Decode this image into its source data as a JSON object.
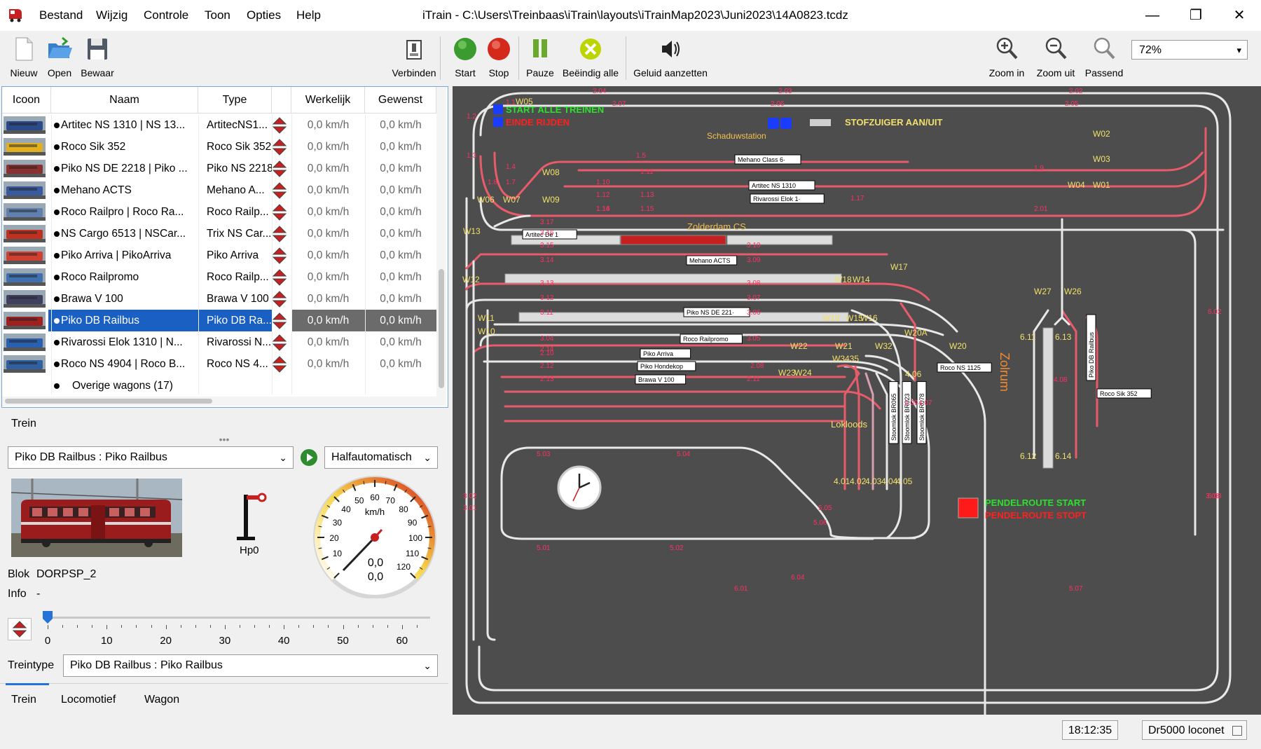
{
  "window": {
    "title": "iTrain - C:\\Users\\Treinbaas\\iTrain\\layouts\\iTrainMap2023\\Juni2023\\14A0823.tcdz",
    "menu": [
      "Bestand",
      "Wijzig",
      "Controle",
      "Toon",
      "Opties",
      "Help"
    ],
    "minimize": "—",
    "restore": "❐",
    "close": "✕"
  },
  "toolbar": {
    "new": "Nieuw",
    "open": "Open",
    "save": "Bewaar",
    "connect": "Verbinden",
    "start": "Start",
    "stop": "Stop",
    "pause": "Pauze",
    "end_all": "Beëindig alle",
    "sound_on": "Geluid aanzetten",
    "zoom_in": "Zoom in",
    "zoom_out": "Zoom uit",
    "fit": "Passend",
    "zoom_level": "72%"
  },
  "loco_table": {
    "columns": [
      "Icoon",
      "Naam",
      "Type",
      "",
      "Werkelijk",
      "Gewenst"
    ],
    "rows": [
      {
        "name": "Artitec NS 1310 | NS 13...",
        "type": "ArtitecNS1...",
        "actual": "0,0 km/h",
        "desired": "0,0 km/h",
        "color": "#2b4a8a"
      },
      {
        "name": "Roco Sik 352",
        "type": "Roco Sik 352",
        "actual": "0,0 km/h",
        "desired": "0,0 km/h",
        "color": "#e0b020"
      },
      {
        "name": "Piko NS DE 2218 | Piko ...",
        "type": "Piko NS 2218",
        "actual": "0,0 km/h",
        "desired": "0,0 km/h",
        "color": "#8a3030"
      },
      {
        "name": "Mehano ACTS",
        "type": "Mehano A...",
        "actual": "0,0 km/h",
        "desired": "0,0 km/h",
        "color": "#3a5aa0"
      },
      {
        "name": "Roco Railpro | Roco Ra...",
        "type": "Roco Railp...",
        "actual": "0,0 km/h",
        "desired": "0,0 km/h",
        "color": "#6080b0"
      },
      {
        "name": "NS Cargo 6513 | NSCar...",
        "type": "Trix NS Car...",
        "actual": "0,0 km/h",
        "desired": "0,0 km/h",
        "color": "#c03020"
      },
      {
        "name": "Piko Arriva | PikoArriva",
        "type": "Piko Arriva",
        "actual": "0,0 km/h",
        "desired": "0,0 km/h",
        "color": "#d04030"
      },
      {
        "name": "Roco Railpromo",
        "type": "Roco Railp...",
        "actual": "0,0 km/h",
        "desired": "0,0 km/h",
        "color": "#4070b0"
      },
      {
        "name": "Brawa V 100",
        "type": "Brawa V 100",
        "actual": "0,0 km/h",
        "desired": "0,0 km/h",
        "color": "#404060"
      },
      {
        "name": "Piko DB Railbus",
        "type": "Piko DB Ra...",
        "actual": "0,0 km/h",
        "desired": "0,0 km/h",
        "color": "#a02020"
      },
      {
        "name": "Rivarossi Elok 1310 | N...",
        "type": "Rivarossi N...",
        "actual": "0,0 km/h",
        "desired": "0,0 km/h",
        "color": "#2a60b0"
      },
      {
        "name": "Roco NS 4904 | Roco B...",
        "type": "Roco NS 4...",
        "actual": "0,0 km/h",
        "desired": "0,0 km/h",
        "color": "#3060a0"
      }
    ],
    "other_wagons": "Overige wagons (17)",
    "selected_index": 9
  },
  "train_panel": {
    "header": "Trein",
    "train_select": "Piko DB Railbus : Piko Railbus",
    "mode_select": "Halfautomatisch",
    "signal_label": "Hp0",
    "speedometer": {
      "unit": "km/h",
      "ticks": [
        "10",
        "20",
        "30",
        "40",
        "50",
        "60",
        "70",
        "80",
        "90",
        "100",
        "110",
        "120"
      ],
      "readout_1": "0,0",
      "readout_2": "0,0"
    },
    "block_label": "Blok",
    "block_value": "DORPSP_2",
    "info_label": "Info",
    "info_value": "-",
    "slider_ticks": [
      "0",
      "10",
      "20",
      "30",
      "40",
      "50",
      "60"
    ],
    "slider_value": 0,
    "train_type_label": "Treintype",
    "train_type_value": "Piko DB Railbus : Piko Railbus",
    "tabs": [
      "Trein",
      "Locomotief",
      "Wagon"
    ]
  },
  "map": {
    "texts": {
      "start_all": "START ALLE TREINEN",
      "end_all": "EINDE RIJDEN",
      "vacuum": "STOFZUIGER AAN/UIT",
      "shadow_station": "Schaduwstation",
      "station": "Zolderdam CS",
      "zolrum": "Zolrum",
      "lokloods": "Lokloods",
      "shuttle_start": "PENDELROUTE START",
      "shuttle_stop": "PENDELROUTE STOPT"
    },
    "train_labels": [
      "Mehano Class 6·",
      "Artitec NS 1310",
      "Rivarossi Elok 1·",
      "Artitec De 1",
      "Mehano ACTS",
      "Piko NS DE 221·",
      "Roco Railpromo",
      "Piko Arriva",
      "Piko Hondekop",
      "Brawa V 100",
      "Roco NS 1125",
      "Roco Sik 352",
      "Piko DB Railbus",
      "Stoomlok BR065",
      "Stoomlok BR023",
      "Stoomlok BR078"
    ],
    "switch_labels": [
      "W05",
      "W06",
      "W07",
      "W08",
      "W09",
      "W02",
      "W03",
      "W04",
      "W01",
      "W13",
      "W12",
      "W11",
      "W10",
      "W17",
      "W18",
      "W14",
      "W19",
      "W15",
      "W16",
      "W20A",
      "W22",
      "W21",
      "W32",
      "W20",
      "W3435",
      "W23",
      "W24",
      "W27",
      "W26"
    ],
    "block_labels": [
      "1.1",
      "1.2",
      "1.3",
      "1.4",
      "1.7",
      "1.8",
      "1.5",
      "1.9",
      "1.10",
      "1.11",
      "1.12",
      "1.13",
      "1.14",
      "1.15",
      "1.16",
      "1.17",
      "2.01",
      "2.02",
      "2.03",
      "2.04",
      "2.05",
      "2.06",
      "2.07",
      "2.08",
      "2.10",
      "2.12",
      "2.11",
      "2.13",
      "2.14",
      "2.09",
      "3.01",
      "3.02",
      "3.03",
      "3.04",
      "3.05",
      "3.06",
      "3.07",
      "3.08",
      "3.09",
      "3.10",
      "3.11",
      "3.12",
      "3.13",
      "3.14",
      "3.15",
      "3.16",
      "3.17",
      "4.01",
      "4.02",
      "4.03",
      "4.04",
      "4.05",
      "4.06",
      "4.07",
      "4.08",
      "5.01",
      "5.02",
      "5.03",
      "5.04",
      "5.05",
      "5.06",
      "5.07",
      "6.01",
      "6.02",
      "6.03",
      "6.04",
      "6.11",
      "6.12",
      "6.13",
      "6.14"
    ]
  },
  "status": {
    "time": "18:12:35",
    "connection": "Dr5000 loconet"
  }
}
